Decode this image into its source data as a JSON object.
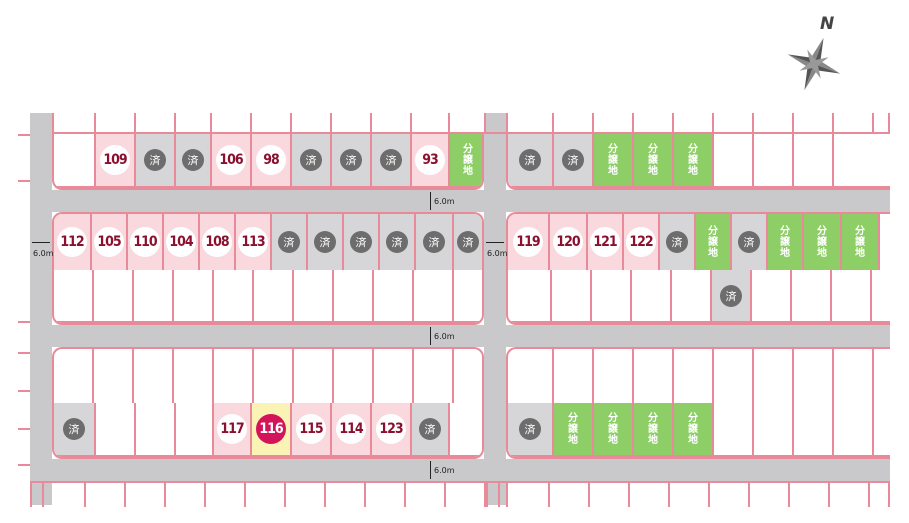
{
  "compass": {
    "letter": "N"
  },
  "width_label": "6.0m",
  "sold_label": "済",
  "subdivision_label": "分譲地",
  "colors": {
    "road": "#c9c9cb",
    "border": "#e88a99",
    "available": "#f9d9de",
    "sold": "#d6d6d8",
    "subdivision": "#8dce66",
    "highlight": "#fbf3b6"
  },
  "lots": {
    "r1": [
      "109",
      "済",
      "済",
      "106",
      "98",
      "済",
      "済",
      "済",
      "93",
      "分譲地"
    ],
    "r1e": [
      "済",
      "済",
      "分譲地",
      "分譲地",
      "分譲地"
    ],
    "r2": [
      "112",
      "105",
      "110",
      "104",
      "108",
      "113",
      "済",
      "済",
      "済",
      "済",
      "済",
      "済"
    ],
    "r2e": [
      "119",
      "120",
      "121",
      "122",
      "済",
      "分譲地",
      "済",
      "分譲地",
      "分譲地",
      "分譲地"
    ],
    "r3e": [
      "済"
    ],
    "r5": [
      "済",
      "117",
      "116",
      "115",
      "114",
      "123",
      "済"
    ],
    "r5e": [
      "済",
      "分譲地",
      "分譲地",
      "分譲地",
      "分譲地"
    ]
  }
}
